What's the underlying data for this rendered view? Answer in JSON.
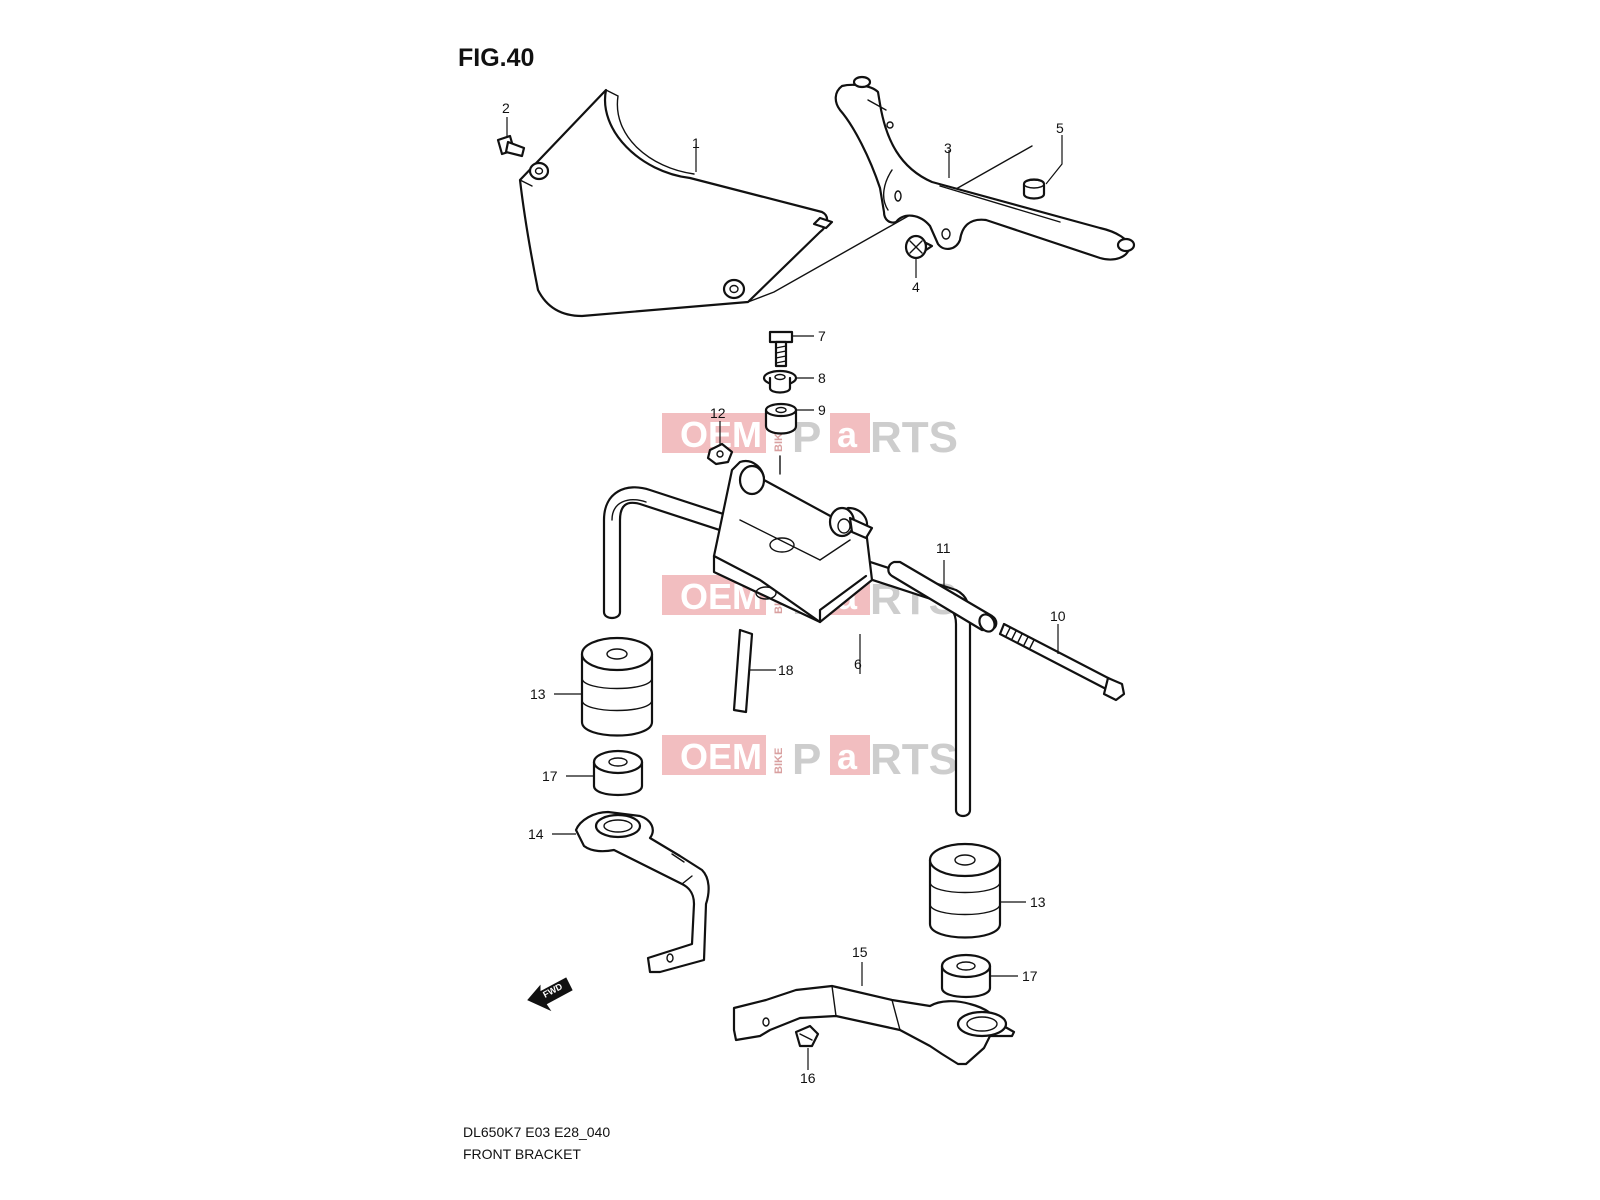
{
  "figure": {
    "title": "FIG.40",
    "model_code": "DL650K7 E03 E28_040",
    "caption": "FRONT BRACKET"
  },
  "watermark": {
    "part1": "OEM",
    "part2": "BIKE",
    "part3": "P",
    "part4": "a",
    "part5": "RTS",
    "color": "#e8898d"
  },
  "direction_marker": "FWD",
  "callouts": {
    "p1": "1",
    "p2": "2",
    "p3": "3",
    "p4": "4",
    "p5": "5",
    "p6": "6",
    "p7": "7",
    "p8": "8",
    "p9": "9",
    "p10": "10",
    "p11": "11",
    "p12": "12",
    "p13a": "13",
    "p13b": "13",
    "p14": "14",
    "p15": "15",
    "p16": "16",
    "p17a": "17",
    "p17b": "17",
    "p18": "18"
  }
}
